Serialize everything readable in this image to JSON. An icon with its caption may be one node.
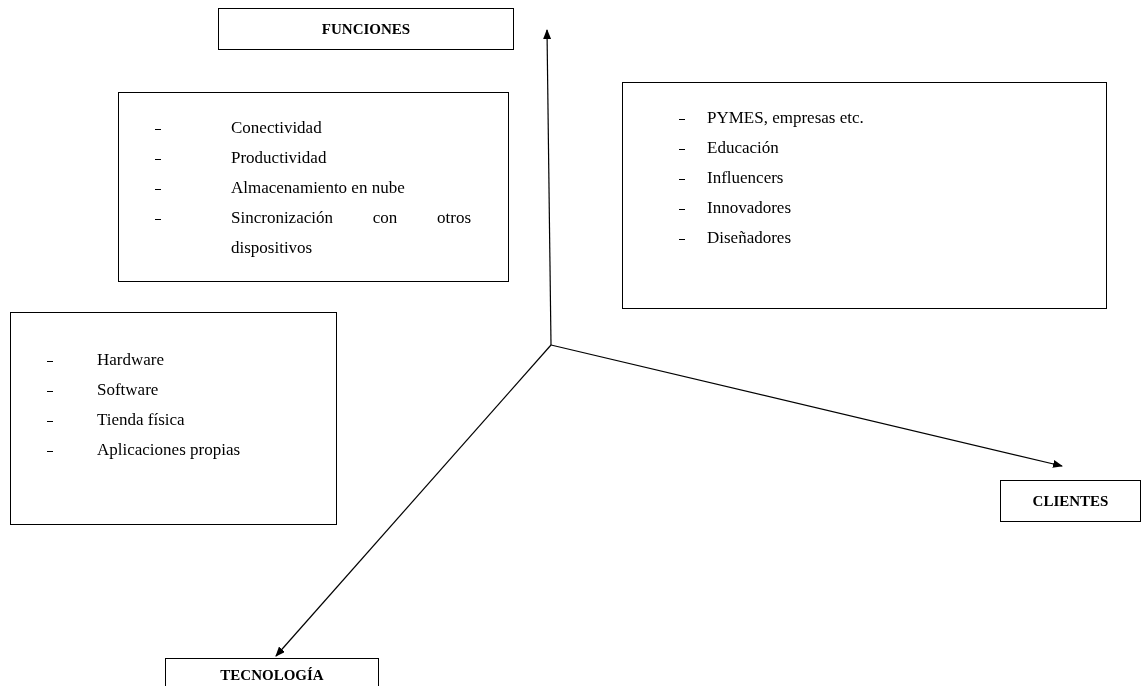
{
  "diagram": {
    "nodes": [
      {
        "text": [
          "FUNCIONES"
        ]
      },
      {
        "text": [
          "Conectividad",
          "Productividad",
          "Almacenamiento en nube",
          "Sincronización con otros dispositivos"
        ]
      },
      {
        "text": [
          "PYMES, empresas etc.",
          "Educación",
          "Influencers",
          "Innovadores",
          "Diseñadores"
        ]
      },
      {
        "text": [
          "Hardware",
          "Software",
          "Tienda física",
          "Aplicaciones propias"
        ]
      },
      {
        "text": [
          "CLIENTES"
        ]
      },
      {
        "text": [
          "TECNOLOGÍA"
        ]
      }
    ],
    "edges": [
      {
        "from": null,
        "to": 0,
        "arrow": "to"
      },
      {
        "from": null,
        "to": 4,
        "arrow": "to"
      },
      {
        "from": null,
        "to": 5,
        "arrow": "to"
      }
    ]
  }
}
